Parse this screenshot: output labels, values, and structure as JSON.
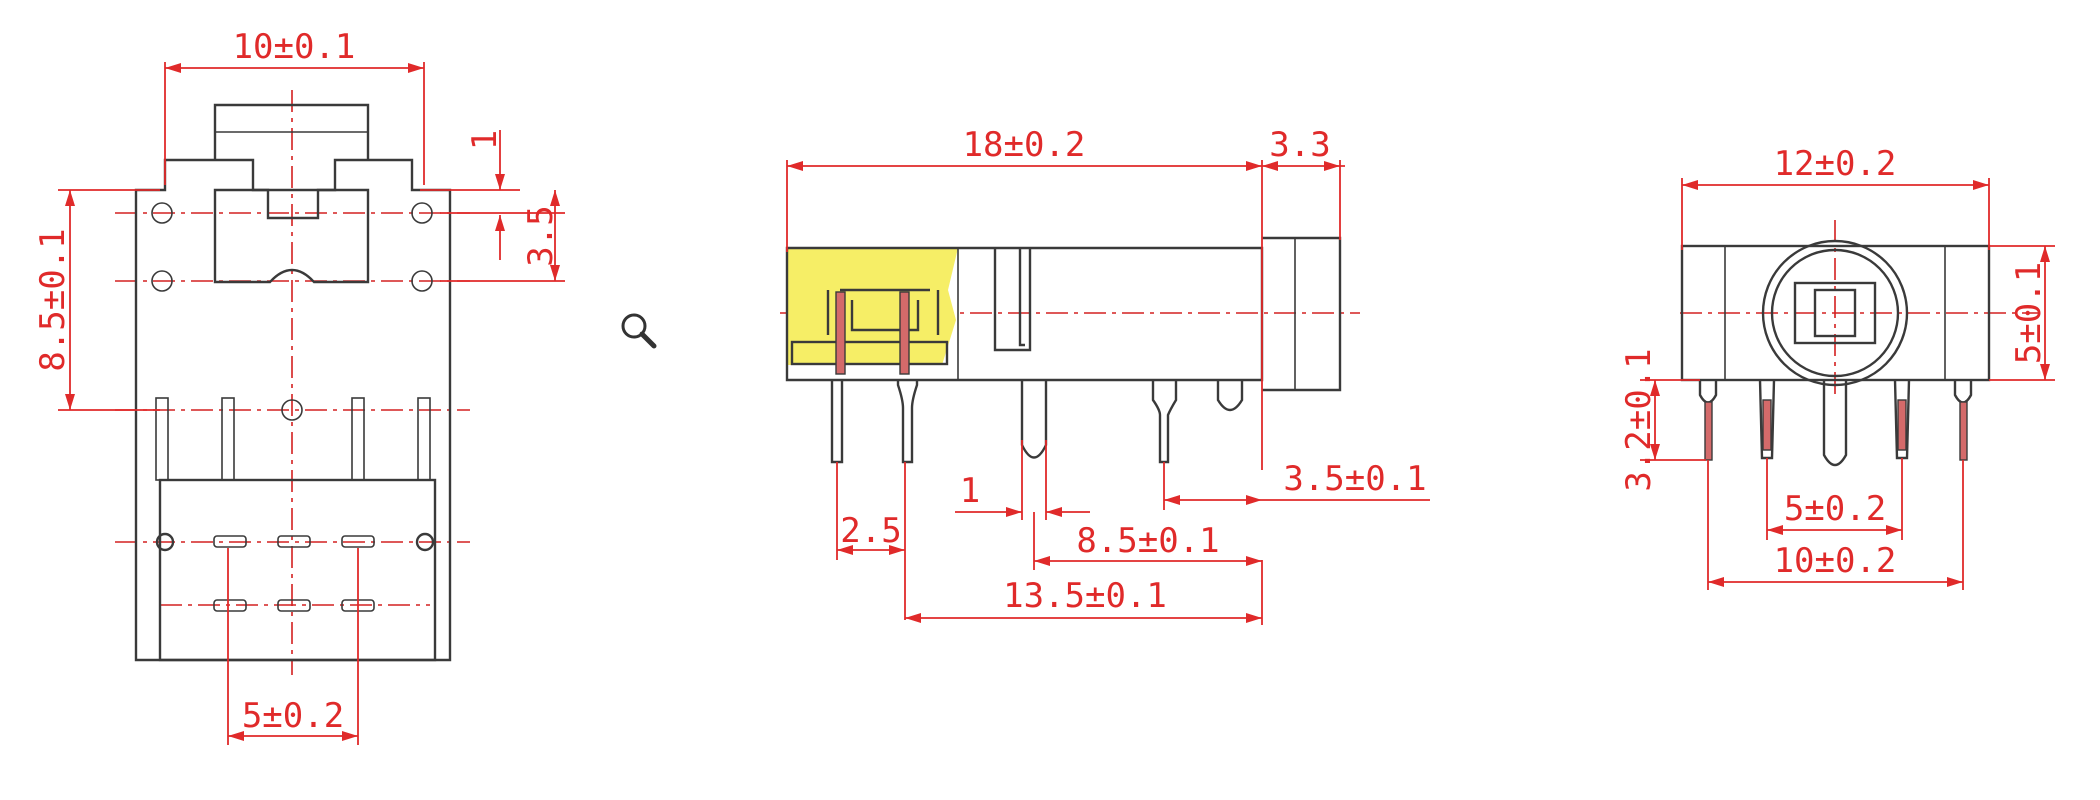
{
  "colors": {
    "dimension": "#e02a2a",
    "outline": "#3a3a3a",
    "centerline": "#d42020",
    "highlight": "#f6ee66"
  },
  "toolbar": {
    "zoom_icon": "magnifier-icon"
  },
  "views": {
    "top": {
      "width": "10±0.1",
      "top_step": "1",
      "hole_pitch": "3.5",
      "height": "8.5±0.1",
      "pin_pitch": "5±0.2"
    },
    "side": {
      "length": "18±0.2",
      "front": "3.3",
      "pin_gap": "2.5",
      "pin_width": "1",
      "pin_offset_a": "8.5±0.1",
      "pin_offset_b": "3.5±0.1",
      "pin_offset_c": "13.5±0.1"
    },
    "front": {
      "width": "12±0.2",
      "height": "5±0.1",
      "pin_height": "3.2±0.1",
      "pin_pitch_inner": "5±0.2",
      "pin_pitch_outer": "10±0.2"
    }
  }
}
